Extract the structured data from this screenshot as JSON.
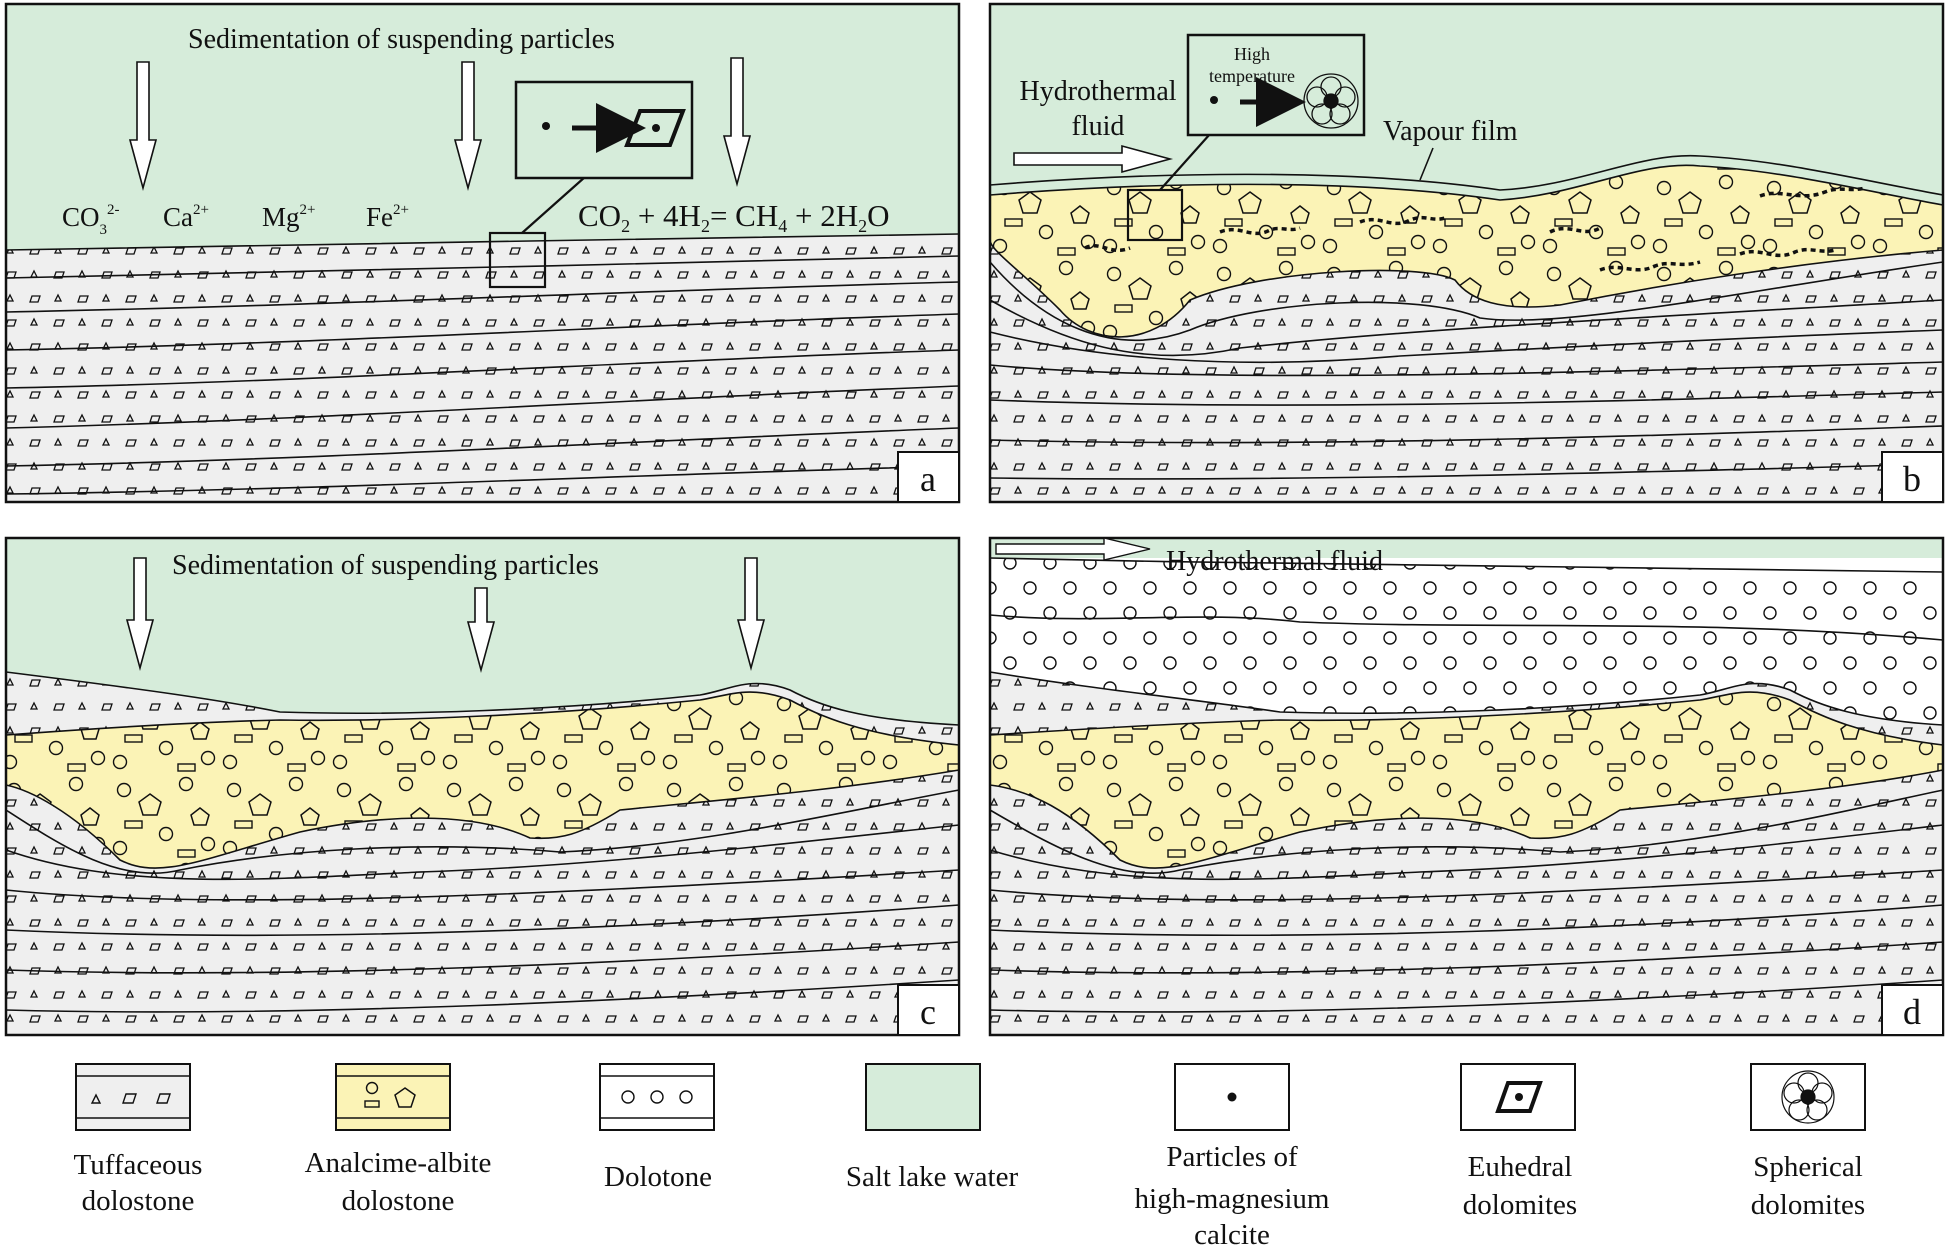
{
  "panel_a": {
    "letter": "a",
    "title": "Sedimentation of suspending particles",
    "ions": [
      {
        "base": "CO",
        "sub": "3",
        "sup": "2-"
      },
      {
        "base": "Ca",
        "sub": "",
        "sup": "2+"
      },
      {
        "base": "Mg",
        "sub": "",
        "sup": "2+"
      },
      {
        "base": "Fe",
        "sub": "",
        "sup": "2+"
      }
    ],
    "equation": {
      "p1": "CO",
      "s1": "2",
      "p2": " + 4H",
      "s2": "2",
      "p3": "= CH",
      "s3": "4",
      "p4": " + 2H",
      "s4": "2",
      "p5": "O"
    }
  },
  "panel_b": {
    "letter": "b",
    "fluid_line1": "Hydrothermal",
    "fluid_line2": "fluid",
    "inset_line1": "High",
    "inset_line2": "temperature",
    "vapour": "Vapour film"
  },
  "panel_c": {
    "letter": "c",
    "title": "Sedimentation of suspending particles"
  },
  "panel_d": {
    "letter": "d",
    "fluid": "Hydrothermal fluid"
  },
  "legend": [
    {
      "line1": "Tuffaceous",
      "line2": "dolostone",
      "line3": ""
    },
    {
      "line1": "Analcime-albite",
      "line2": "dolostone",
      "line3": ""
    },
    {
      "line1": "Dolotone",
      "line2": "",
      "line3": ""
    },
    {
      "line1": "Salt lake water",
      "line2": "",
      "line3": ""
    },
    {
      "line1": "Particles  of",
      "line2": "high-magnesium",
      "line3": "calcite"
    },
    {
      "line1": "Euhedral",
      "line2": "dolomites",
      "line3": ""
    },
    {
      "line1": "Spherical",
      "line2": "dolomites",
      "line3": ""
    }
  ],
  "colors": {
    "salt_lake_water": "#d6ecda",
    "tuffaceous": "#efefef",
    "analcime": "#fbf3b6",
    "dolotone": "#ffffff",
    "line": "#111111"
  }
}
